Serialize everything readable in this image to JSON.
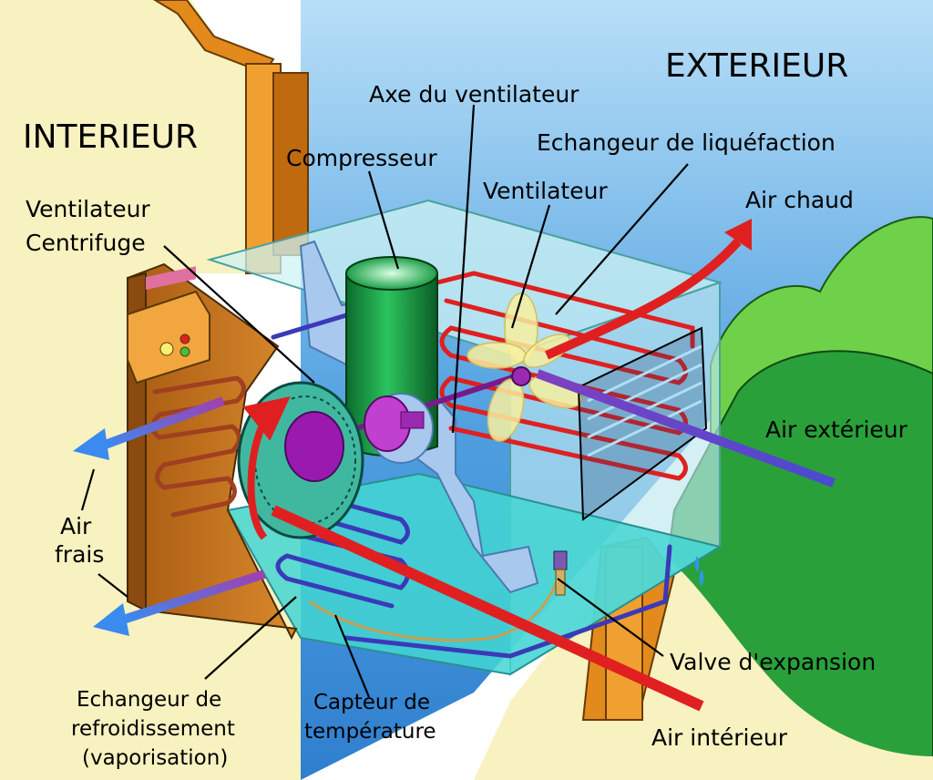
{
  "zones": {
    "interior": "INTERIEUR",
    "exterior": "EXTERIEUR"
  },
  "labels": {
    "fan_axis": "Axe du ventilateur",
    "compressor": "Compresseur",
    "condenser": "Echangeur de liquéfaction",
    "fan": "Ventilateur",
    "hot_air": "Air chaud",
    "centrifugal_fan_1": "Ventilateur",
    "centrifugal_fan_2": "Centrifuge",
    "outside_air": "Air extérieur",
    "cool_air_1": "Air",
    "cool_air_2": "frais",
    "expansion_valve": "Valve d'expansion",
    "inside_air": "Air intérieur",
    "evaporator_1": "Echangeur de",
    "evaporator_2": "refroidissement",
    "evaporator_3": "(vaporisation)",
    "temp_sensor_1": "Capteur de",
    "temp_sensor_2": "température"
  },
  "colors": {
    "sky": "#4f9fe0",
    "wall": "#f7f2c0",
    "wood": "#e38a1d",
    "box": "#b8eded",
    "compressor": "#1a9e45",
    "hot_pipe": "#e02020",
    "cold_pipe": "#3a3ab8",
    "cold_air": "#4a7de0",
    "motor": "#8a1a9a",
    "fan_blade": "#f7f0a0",
    "drum": "#40b8a0",
    "tree": "#2aa03a",
    "panel": "#f2a640"
  }
}
